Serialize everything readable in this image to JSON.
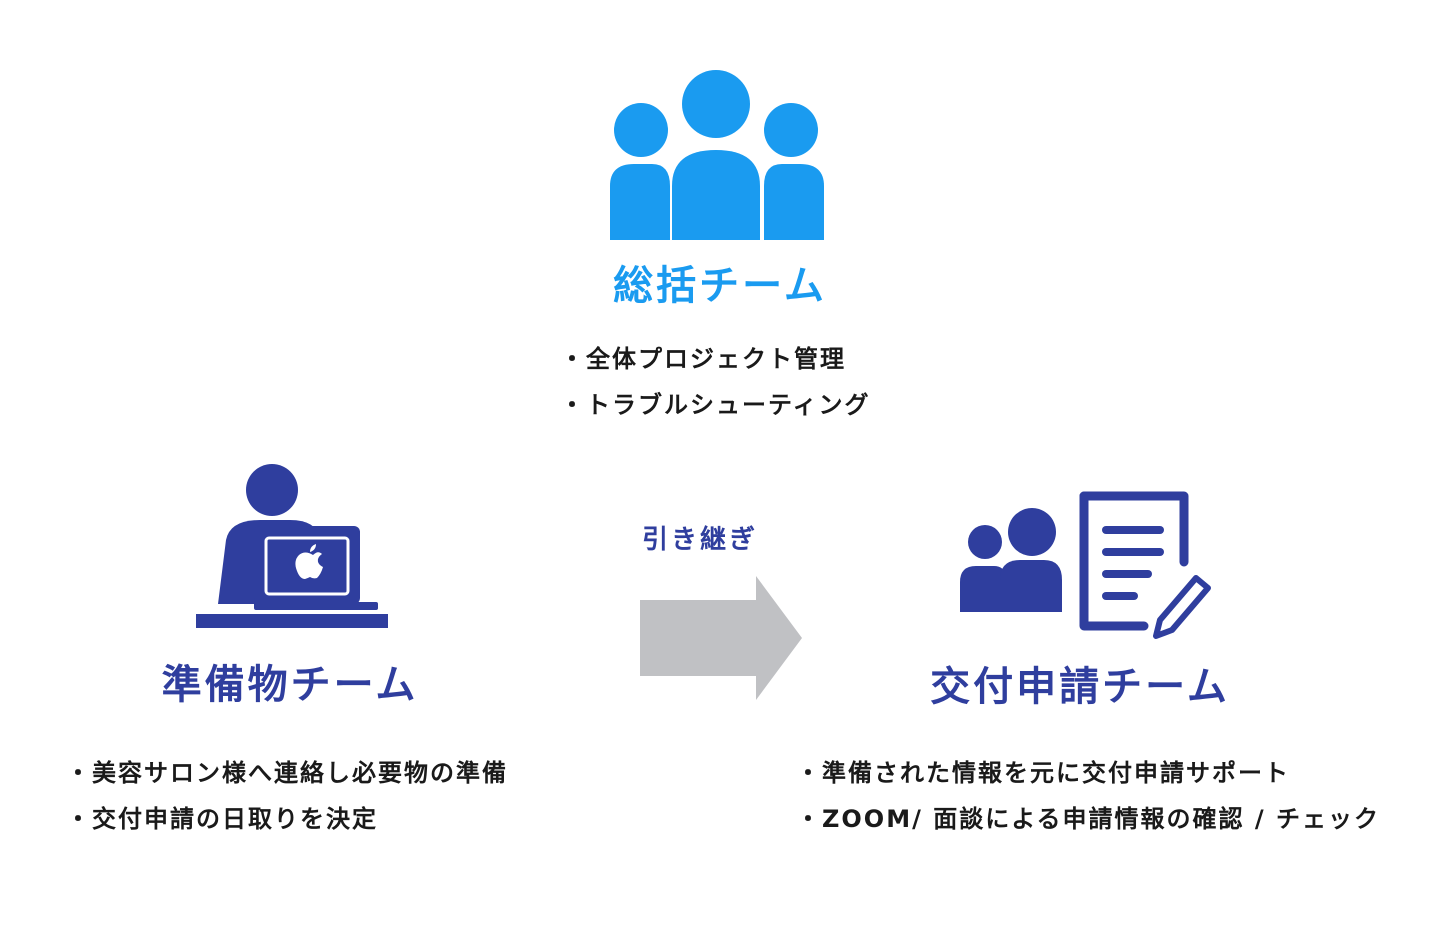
{
  "colors": {
    "sky_blue": "#1a9bf0",
    "navy": "#2f3e9e",
    "arrow_gray": "#c0c1c4",
    "text": "#1a1a1a"
  },
  "top_team": {
    "icon": "group-icon",
    "title": "総括チーム",
    "bullets": [
      "全体プロジェクト管理",
      "トラブルシューティング"
    ]
  },
  "left_team": {
    "icon": "person-with-laptop-icon",
    "title": "準備物チーム",
    "bullets": [
      "美容サロン様へ連絡し必要物の準備",
      "交付申請の日取りを決定"
    ]
  },
  "handoff": {
    "label": "引き継ぎ",
    "icon": "right-arrow-icon"
  },
  "right_team": {
    "icon": "people-with-document-icon",
    "title": "交付申請チーム",
    "bullets": [
      "準備された情報を元に交付申請サポート",
      "ZOOM/ 面談による申請情報の確認 / チェック"
    ]
  }
}
